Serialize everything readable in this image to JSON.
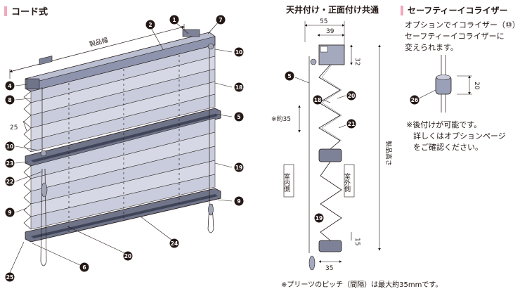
{
  "sections": {
    "cord": {
      "title": "コード式"
    },
    "mount": {
      "title": "天井付け・正面付け共通"
    },
    "safety": {
      "title": "セーフティーイコライザー",
      "desc": [
        "オプションでイコライザー（",
        "⑩",
        "）を",
        "セーフティーイコライザーに",
        "変えられます。"
      ],
      "notes": [
        "※後付けが可能です。",
        "詳しくはオプションページ",
        "をご確認ください。"
      ]
    }
  },
  "labels": {
    "product_width": "製品幅",
    "product_height": "製品高さ",
    "pleat_pitch": "25",
    "about35": "※約35",
    "indoor": "室内側",
    "outdoor": "室外側"
  },
  "dimensions": {
    "d55": "55",
    "d39": "39",
    "d32": "32",
    "d35": "35",
    "d15": "15",
    "d20": "20"
  },
  "callouts": [
    "1",
    "2",
    "4",
    "5",
    "6",
    "7",
    "8",
    "9",
    "10",
    "18",
    "19",
    "20",
    "21",
    "22",
    "23",
    "24",
    "25",
    "26"
  ],
  "footnote": "※プリーツのピッチ（間隔）は最大約35mmです。",
  "colors": {
    "blind_fabric": "#c8ccdc",
    "rail": "#9aa0b8",
    "callout": "#231815",
    "accent_bar": "#f0a9bf"
  }
}
